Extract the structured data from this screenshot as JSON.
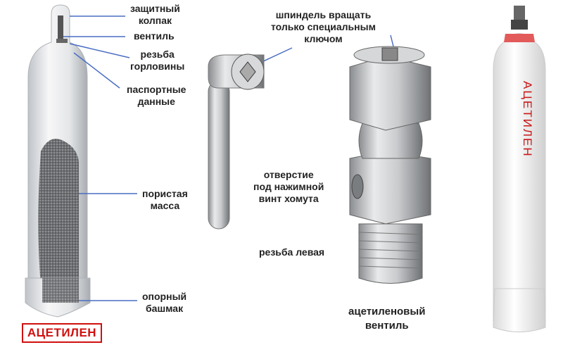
{
  "cylinder_labels": {
    "cap": [
      "защитный",
      "колпак"
    ],
    "valve": "вентиль",
    "neck_thread": [
      "резьба",
      "горловины"
    ],
    "passport": [
      "паспортные",
      "данные"
    ],
    "porous_mass": [
      "пористая",
      "масса"
    ],
    "support_shoe": [
      "опорный",
      "башмак"
    ]
  },
  "badge_text": "АЦЕТИЛЕН",
  "valve_labels": {
    "spindle": [
      "шпиндель вращать",
      "только специальным",
      "ключом"
    ],
    "hole": [
      "отверстие",
      "под нажимной",
      "винт хомута"
    ],
    "left_thread": "резьба левая",
    "title": [
      "ацетиленовый",
      "вентиль"
    ]
  },
  "cylinder_text": "АЦЕТИЛЕН",
  "colors": {
    "leader_line": "#4a6ec4",
    "accent_red": "#d01010"
  }
}
